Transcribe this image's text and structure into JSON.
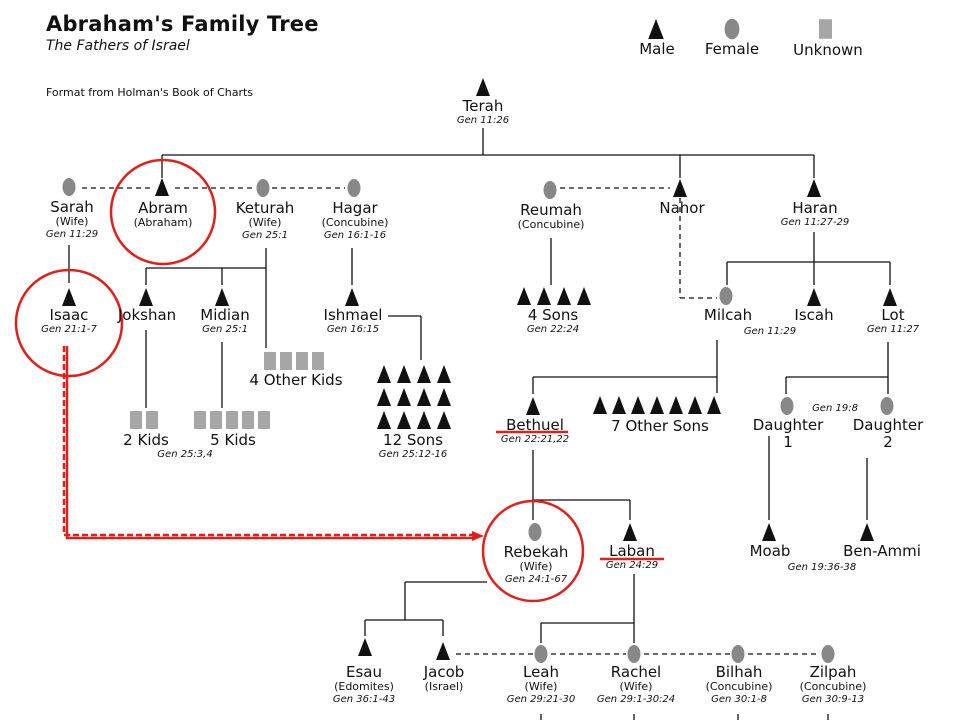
{
  "header": {
    "title": "Abraham's Family Tree",
    "subtitle": "The Fathers of Israel",
    "source": "Format from Holman's Book of Charts"
  },
  "legend": {
    "male": "Male",
    "female": "Female",
    "unknown": "Unknown"
  },
  "colors": {
    "ink": "#111111",
    "female_fill": "#888888",
    "unknown_fill": "#a6a6a6",
    "highlight": "#e0201c"
  },
  "people": {
    "terah": {
      "name": "Terah",
      "ref": "Gen 11:26"
    },
    "sarah": {
      "name": "Sarah",
      "role": "(Wife)",
      "ref": "Gen 11:29"
    },
    "abram": {
      "name": "Abram",
      "role": "(Abraham)"
    },
    "keturah": {
      "name": "Keturah",
      "role": "(Wife)",
      "ref": "Gen 25:1"
    },
    "hagar": {
      "name": "Hagar",
      "role": "(Concubine)",
      "ref": "Gen 16:1-16"
    },
    "reumah": {
      "name": "Reumah",
      "role": "(Concubine)"
    },
    "nahor": {
      "name": "Nahor"
    },
    "haran": {
      "name": "Haran",
      "ref": "Gen 11:27-29"
    },
    "isaac": {
      "name": "Isaac",
      "ref": "Gen 21:1-7"
    },
    "jokshan": {
      "name": "Jokshan"
    },
    "midian": {
      "name": "Midian",
      "ref": "Gen 25:1"
    },
    "ishmael": {
      "name": "Ishmael",
      "ref": "Gen 16:15"
    },
    "four_sons": {
      "name": "4 Sons",
      "ref": "Gen 22:24"
    },
    "milcah": {
      "name": "Milcah",
      "ref": "Gen 11:29"
    },
    "iscah": {
      "name": "Iscah"
    },
    "lot": {
      "name": "Lot",
      "ref": "Gen 11:27"
    },
    "four_other_kids": {
      "name": "4 Other Kids"
    },
    "two_kids": {
      "name": "2 Kids"
    },
    "five_kids": {
      "name": "5 Kids",
      "ref": "Gen 25:3,4"
    },
    "twelve_sons": {
      "name": "12 Sons",
      "ref": "Gen 25:12-16"
    },
    "bethuel": {
      "name": "Bethuel",
      "ref": "Gen 22:21,22"
    },
    "seven_other_sons": {
      "name": "7 Other Sons"
    },
    "daughter1": {
      "name": "Daughter",
      "num": "1"
    },
    "daughter2": {
      "name": "Daughter",
      "num": "2"
    },
    "daughters_ref": "Gen 19:8",
    "rebekah": {
      "name": "Rebekah",
      "role": "(Wife)",
      "ref": "Gen 24:1-67"
    },
    "laban": {
      "name": "Laban",
      "ref": "Gen 24:29"
    },
    "moab": {
      "name": "Moab"
    },
    "ben_ammi": {
      "name": "Ben-Ammi",
      "ref": "Gen 19:36-38"
    },
    "esau": {
      "name": "Esau",
      "role": "(Edomites)",
      "ref": "Gen 36:1-43"
    },
    "jacob": {
      "name": "Jacob",
      "role": "(Israel)"
    },
    "leah": {
      "name": "Leah",
      "role": "(Wife)",
      "ref": "Gen 29:21-30"
    },
    "rachel": {
      "name": "Rachel",
      "role": "(Wife)",
      "ref": "Gen 29:1-30:24"
    },
    "bilhah": {
      "name": "Bilhah",
      "role": "(Concubine)",
      "ref": "Gen 30:1-8"
    },
    "zilpah": {
      "name": "Zilpah",
      "role": "(Concubine)",
      "ref": "Gen 30:9-13"
    }
  }
}
